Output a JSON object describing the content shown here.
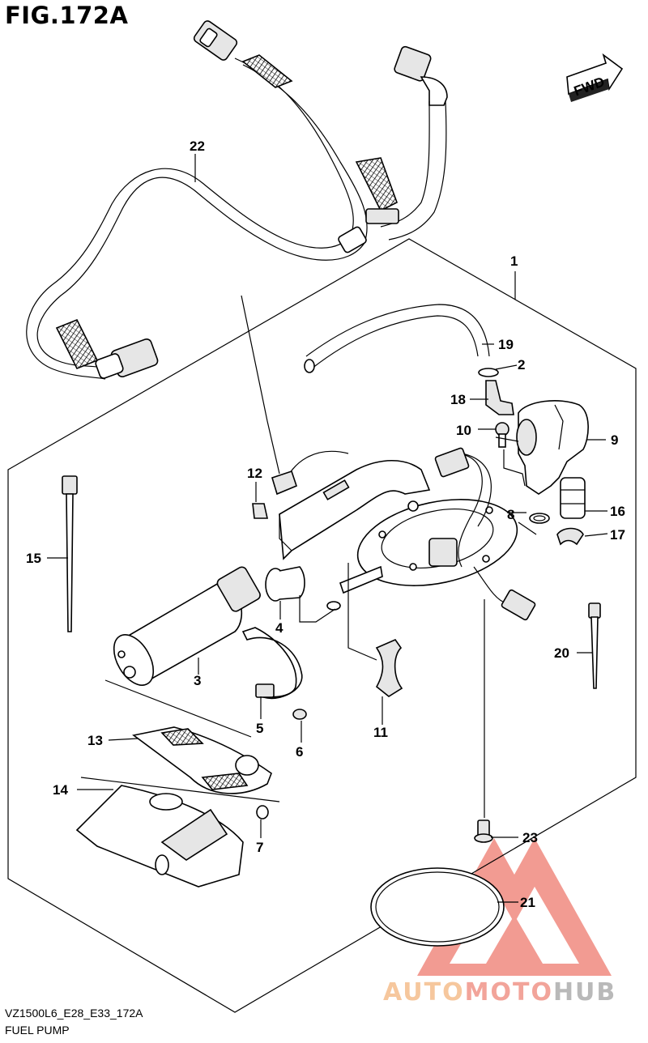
{
  "figure": {
    "title": "FIG.172A",
    "model_code": "VZ1500L6_E28_E33_172A",
    "name": "FUEL PUMP",
    "fwd_label": "FWD"
  },
  "callouts": {
    "c1": "1",
    "c2": "2",
    "c3": "3",
    "c4": "4",
    "c5": "5",
    "c6": "6",
    "c7": "7",
    "c8": "8",
    "c9": "9",
    "c10": "10",
    "c11": "11",
    "c12": "12",
    "c13": "13",
    "c14": "14",
    "c15": "15",
    "c16": "16",
    "c17": "17",
    "c18": "18",
    "c19": "19",
    "c20": "20",
    "c21": "21",
    "c22": "22",
    "c23": "23"
  },
  "watermark": {
    "part_a": "AUTO",
    "part_b": "MOTO",
    "part_c": "HUB",
    "color_a": "#f6c79d",
    "color_b": "#f2a49a",
    "color_c": "#b9b9b9",
    "logo_color": "#f08a80"
  }
}
